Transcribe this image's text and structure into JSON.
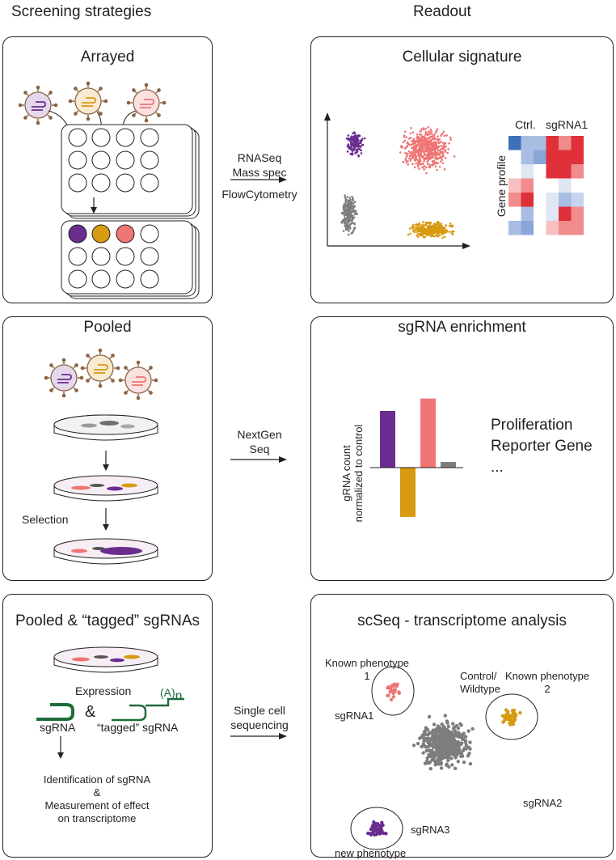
{
  "headers": {
    "left": "Screening strategies",
    "right": "Readout"
  },
  "colors": {
    "purple": "#6a2c8e",
    "gold": "#d79a10",
    "salmon": "#ef7575",
    "gray": "#7d7d7d",
    "green": "#1f6b3a",
    "blue": "#4a78c0",
    "red": "#e0303a"
  },
  "arrayed": {
    "title": "Arrayed"
  },
  "arrow1": {
    "line1": "RNASeq",
    "line2": "Mass spec",
    "line3": "FlowCytometry"
  },
  "signature": {
    "title": "Cellular signature",
    "ctrl": "Ctrl.",
    "sg": "sgRNA1",
    "gene_profile": "Gene profile"
  },
  "pooled": {
    "title": "Pooled",
    "selection": "Selection"
  },
  "arrow2": {
    "line1": "NextGen",
    "line2": "Seq"
  },
  "enrichment": {
    "title": "sgRNA enrichment",
    "ylabel1": "gRNA count",
    "ylabel2": "normalized to control",
    "readouts": [
      "Proliferation",
      "Reporter Gene",
      "..."
    ]
  },
  "chart_data": {
    "type": "bar",
    "categories": [
      "purple",
      "gold",
      "salmon",
      "gray"
    ],
    "values": [
      1.0,
      -0.87,
      1.22,
      0.1
    ],
    "xlabel": "",
    "ylabel": "gRNA count normalized to control"
  },
  "tagged": {
    "title": "Pooled & “tagged” sgRNAs",
    "expression": "Expression",
    "amp": "&",
    "polyA": "(A)",
    "polyA_n": "n",
    "sgrna": "sgRNA",
    "tagged_sgrna": "“tagged” sgRNA",
    "id1": "Identification of sgRNA",
    "id2": "&",
    "id3": "Measurement of effect",
    "id4": "on transcriptome"
  },
  "arrow3": {
    "line1": "Single cell",
    "line2": "sequencing"
  },
  "scseq": {
    "title": "scSeq - transcriptome analysis",
    "known1a": "Known phenotype",
    "known1b": "1",
    "control1": "Control/",
    "control2": "Wildtype",
    "sg1": "sgRNA1",
    "known2a": "Known phenotype",
    "known2b": "2",
    "sg2": "sgRNA2",
    "sg3": "sgRNA3",
    "newpheno": "new phenotype"
  }
}
